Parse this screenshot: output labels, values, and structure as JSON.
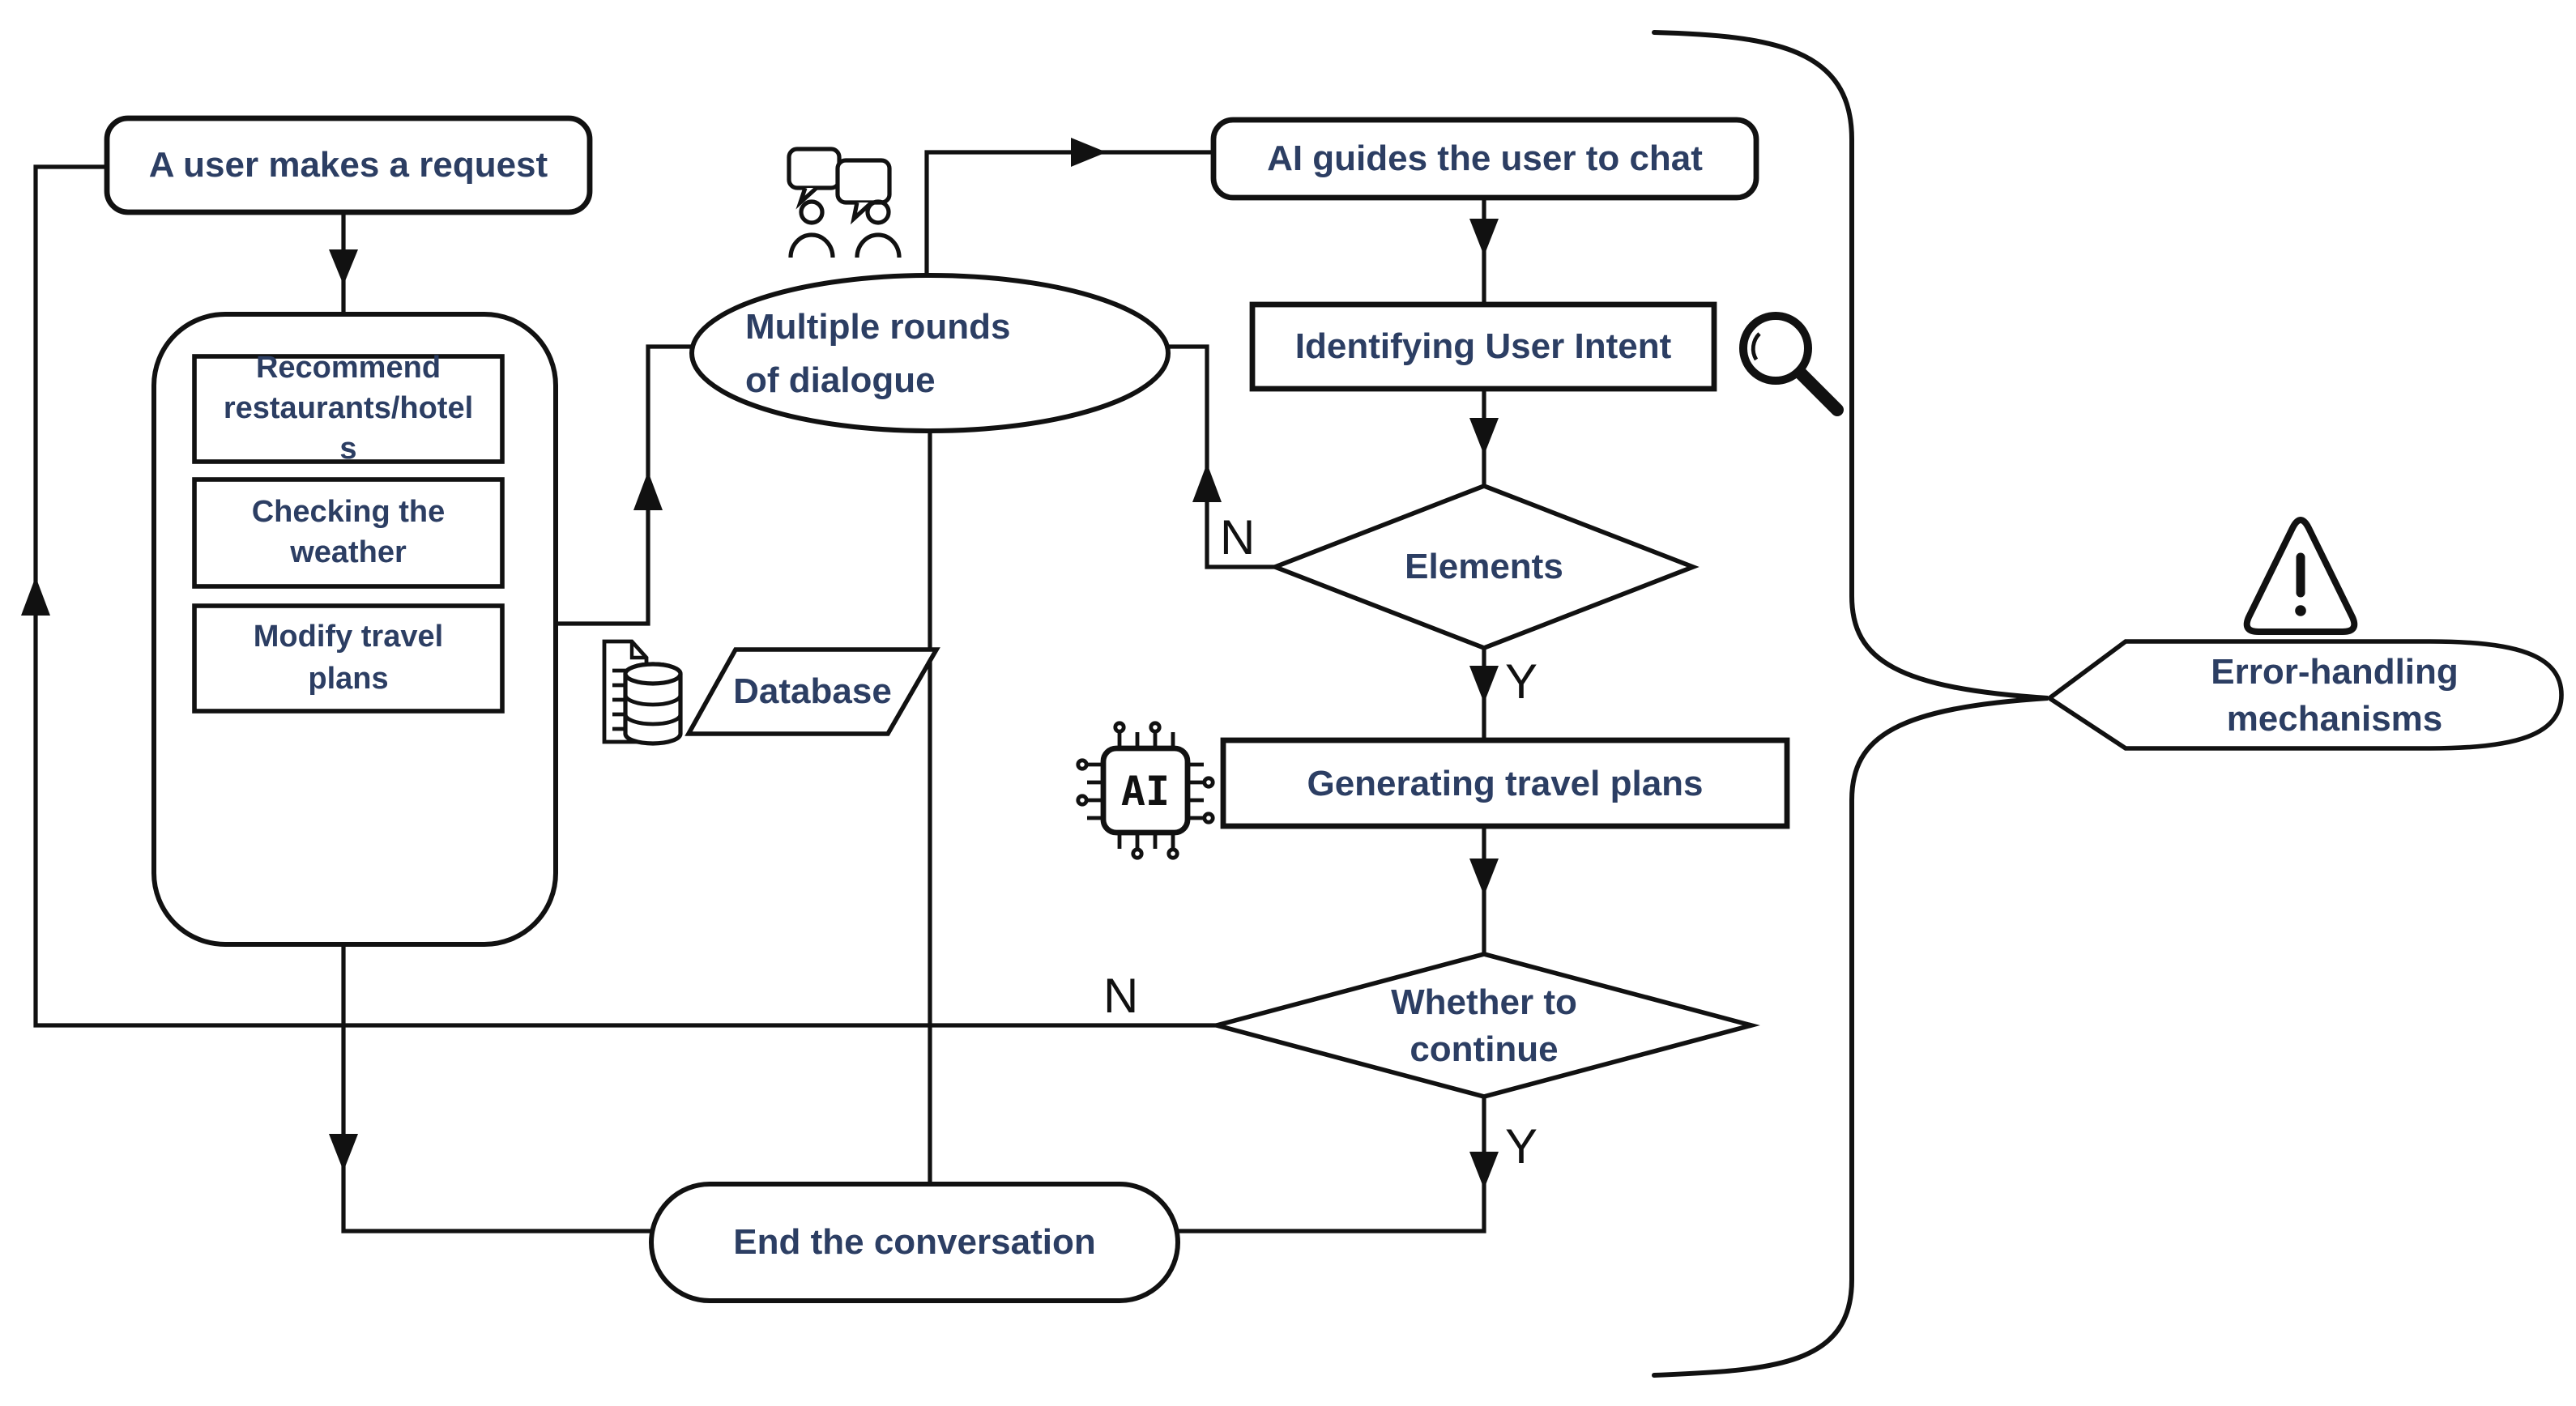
{
  "colors": {
    "background": "#ffffff",
    "line": "#111111",
    "node_text": "#2c3e63",
    "node_fill": "#ffffff"
  },
  "nodes": {
    "user_request": {
      "label": "A user makes a request"
    },
    "task_group": {
      "items": [
        {
          "label": "Recommend restaurants/hotels"
        },
        {
          "label": "Checking the weather"
        },
        {
          "label": "Modify travel plans"
        }
      ]
    },
    "multiple_rounds": {
      "label": "Multiple rounds of dialogue"
    },
    "ai_guides": {
      "label": "AI guides the user to chat"
    },
    "identify_intent": {
      "label": "Identifying User Intent"
    },
    "elements": {
      "label": "Elements"
    },
    "database": {
      "label": "Database"
    },
    "generating_plans": {
      "label": "Generating travel plans"
    },
    "whether_continue": {
      "label": "Whether to continue"
    },
    "end_conversation": {
      "label": "End the conversation"
    },
    "error_handling": {
      "label": "Error-handling mechanisms"
    }
  },
  "edge_labels": {
    "elements_no": "N",
    "elements_yes": "Y",
    "continue_no": "N",
    "continue_yes": "Y"
  },
  "icons": {
    "chat_users": "chat-users-icon",
    "magnifier": "search-icon",
    "database_doc": "database-document-icon",
    "ai_chip": "ai-chip-icon",
    "ai_chip_label": "AI",
    "warning": "warning-icon",
    "brace": "curly-brace"
  }
}
